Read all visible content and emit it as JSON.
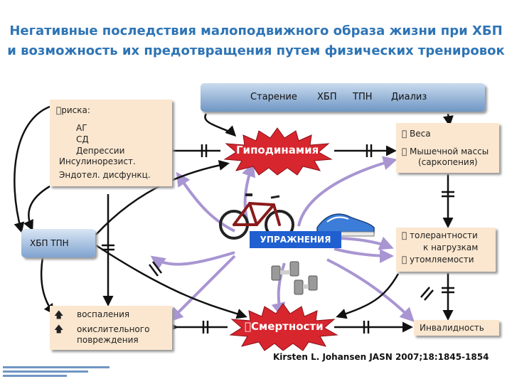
{
  "title": "Негативные последствия малоподвижного образа жизни при ХБП и возможность их предотвращения путем физических тренировок",
  "top_bar": {
    "items": [
      "Старение",
      "ХБП",
      "ТПН",
      "Диализ"
    ]
  },
  "risk_box": {
    "heading": "риска:",
    "items": [
      "АГ",
      "СД",
      "Депрессии",
      "Инсулинорезист.",
      "Эндотел. дисфункц."
    ]
  },
  "right_top_box": {
    "weight": " Веса",
    "muscle_1": " Мышечной массы",
    "muscle_2": "(саркопения)"
  },
  "right_mid_box": {
    "tolerance_1": " толерантности",
    "tolerance_2": "к нагрузкам",
    "fatigue": " утомляемости"
  },
  "left_bottom_box": {
    "inflammation": "воспаления",
    "oxidative_1": "окислительного",
    "oxidative_2": "повреждения"
  },
  "disability": "Инвалидность",
  "hypodynamia": "Гиподинамия",
  "mortality": "Смертности",
  "kidney_bar": "ХБП  ТПН",
  "exercise": "УПРАЖНЕНИЯ",
  "citation": "Kirsten L. Johansen JASN 2007;18:1845-1854",
  "colors": {
    "title": "#2e74b5",
    "box_fill": "#fbe7cf",
    "star_red": "#d8262e",
    "exercise_blue": "#1f5fcf",
    "arrow_purple": "#a995d2"
  }
}
